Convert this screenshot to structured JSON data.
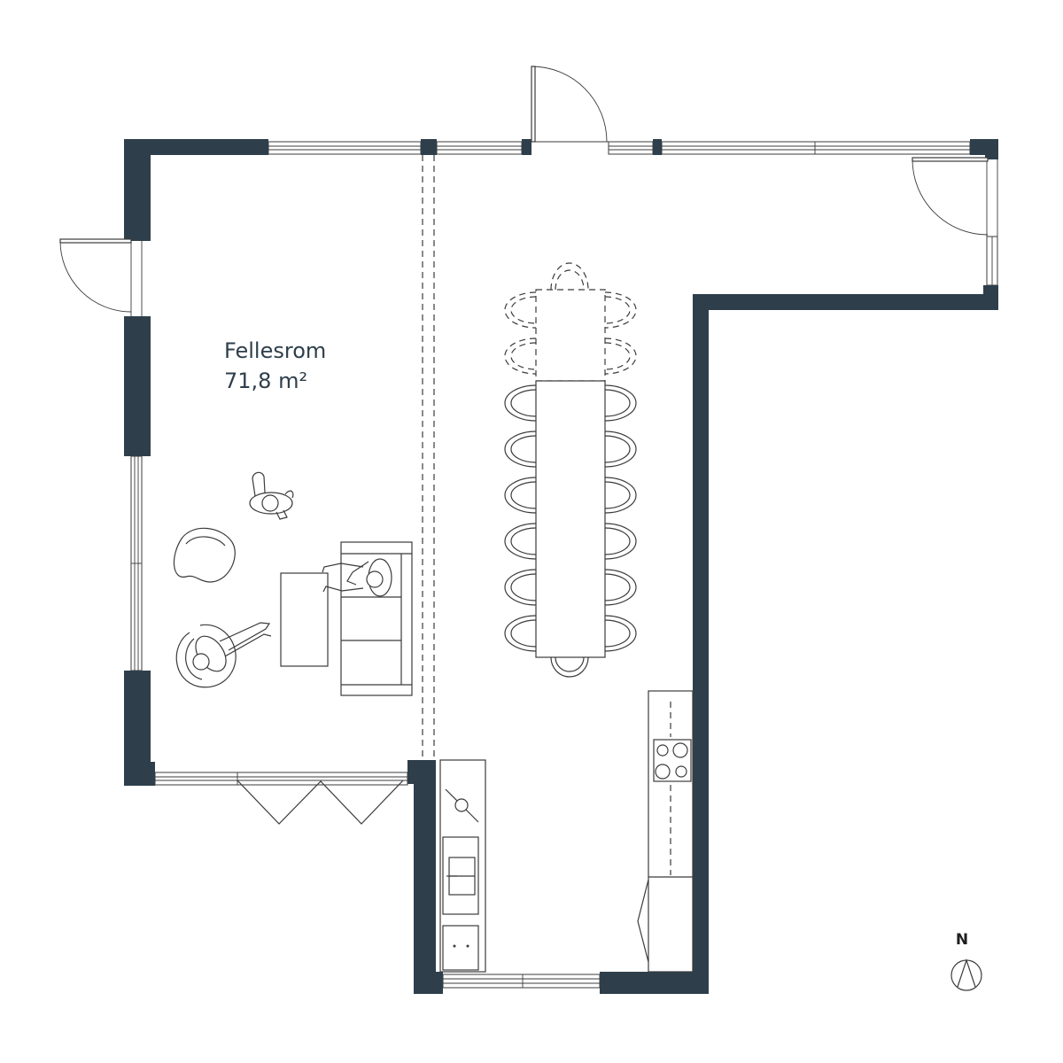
{
  "room": {
    "name": "Fellesrom",
    "area": "71,8 m²"
  },
  "compass": {
    "label": "N",
    "icon": "north-arrow-icon"
  },
  "colors": {
    "wall": "#2e3f4b",
    "line": "#3b3b3b",
    "text": "#2e3f4b",
    "background": "#ffffff"
  }
}
